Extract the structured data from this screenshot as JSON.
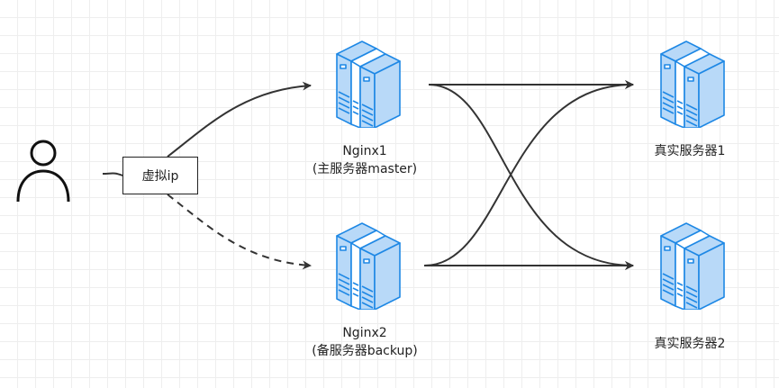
{
  "nodes": {
    "user": {
      "icon": "user-icon"
    },
    "vip": {
      "label": "虚拟ip"
    },
    "nginx1": {
      "icon": "server-icon",
      "name": "Nginx1",
      "role": "(主服务器master)"
    },
    "nginx2": {
      "icon": "server-icon",
      "name": "Nginx2",
      "role": "(备服务器backup)"
    },
    "real1": {
      "icon": "server-icon",
      "name": "真实服务器1"
    },
    "real2": {
      "icon": "server-icon",
      "name": "真实服务器2"
    }
  },
  "edges": [
    {
      "from": "user",
      "to": "vip",
      "style": "solid"
    },
    {
      "from": "vip",
      "to": "nginx1",
      "style": "solid"
    },
    {
      "from": "vip",
      "to": "nginx2",
      "style": "dashed"
    },
    {
      "from": "nginx1",
      "to": "real1",
      "style": "solid"
    },
    {
      "from": "nginx1",
      "to": "real2",
      "style": "solid"
    },
    {
      "from": "nginx2",
      "to": "real1",
      "style": "solid"
    },
    {
      "from": "nginx2",
      "to": "real2",
      "style": "solid"
    }
  ],
  "colors": {
    "server_fill": "#b8d9f8",
    "server_stroke": "#1e88e5",
    "server_light": "#ffffff",
    "line": "#333333"
  }
}
